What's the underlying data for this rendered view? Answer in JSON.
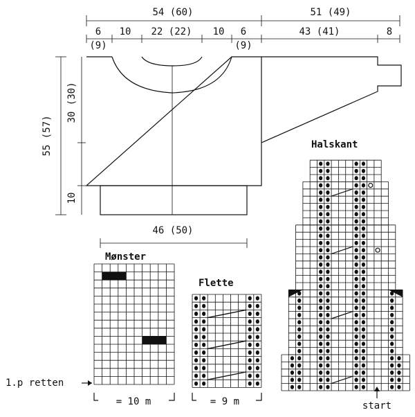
{
  "top_dimensions": {
    "body_width": "54 (60)",
    "sleeve_length": "51 (49)",
    "segments": [
      {
        "line1": "6",
        "line2": "(9)"
      },
      {
        "line1": "10",
        "line2": ""
      },
      {
        "line1": "22 (22)",
        "line2": ""
      },
      {
        "line1": "10",
        "line2": ""
      },
      {
        "line1": "6",
        "line2": "(9)"
      },
      {
        "line1": "43 (41)",
        "line2": ""
      },
      {
        "line1": "8",
        "line2": ""
      }
    ]
  },
  "left_dimensions": {
    "total_length": "55 (57)",
    "armhole_depth": "30 (30)",
    "rib": "10"
  },
  "bottom_dimension": "46 (50)",
  "charts": {
    "monster": {
      "title": "Mønster",
      "repeat": "= 10 m",
      "cols": 10,
      "rows": 15
    },
    "flette": {
      "title": "Flette",
      "repeat": "= 9 m",
      "cols": 9,
      "rows": 12
    },
    "halskant": {
      "title": "Halskant",
      "start": "start"
    }
  },
  "row_label": "1.p retten"
}
